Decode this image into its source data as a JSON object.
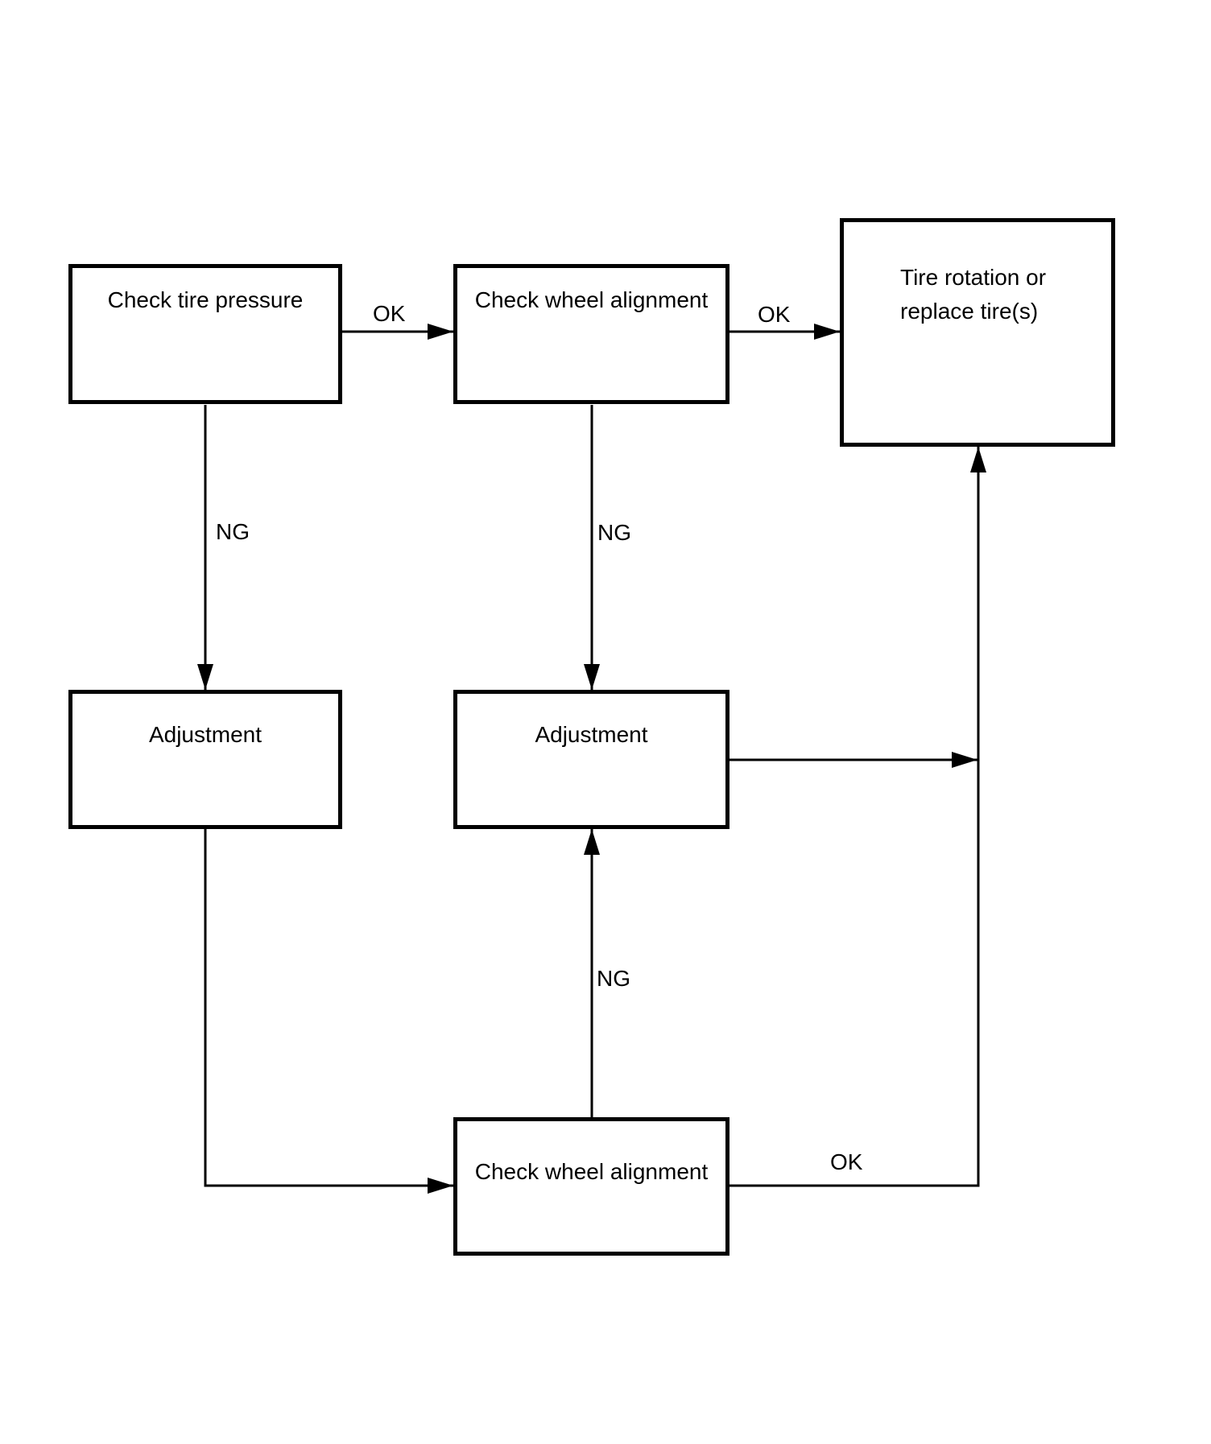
{
  "diagram": {
    "nodes": {
      "check_tire_pressure": {
        "label": "Check tire pressure"
      },
      "check_wheel_alignment_top": {
        "label": "Check wheel alignment"
      },
      "tire_rotation": {
        "lines": [
          "Tire rotation or",
          "replace tire(s)"
        ]
      },
      "adjustment_left": {
        "label": "Adjustment"
      },
      "adjustment_center": {
        "label": "Adjustment"
      },
      "check_wheel_alignment_bottom": {
        "label": "Check wheel alignment"
      }
    },
    "edge_labels": {
      "ok_pressure_to_alignment": "OK",
      "ok_alignment_to_rotation": "OK",
      "ng_pressure_to_adjustment": "NG",
      "ng_alignment_to_adjustment": "NG",
      "ng_bottom_alignment_to_adjustment": "NG",
      "ok_bottom_alignment_to_rotation": "OK"
    },
    "colors": {
      "line": "#000000",
      "background": "#ffffff",
      "box_fill": "#ffffff"
    }
  }
}
